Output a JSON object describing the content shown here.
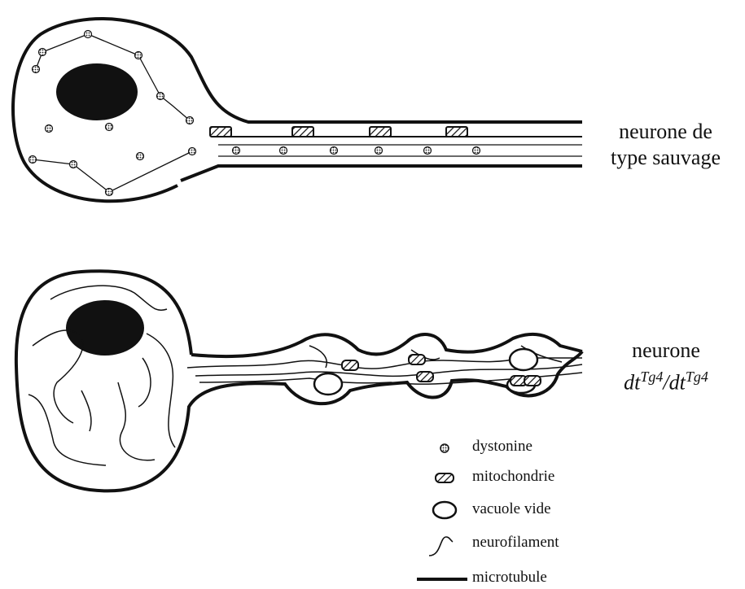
{
  "labels": {
    "wild_type_line1": "neurone de",
    "wild_type_line2": "type sauvage",
    "mutant_line1": "neurone",
    "mutant_base": "dt",
    "mutant_sup": "Tg4",
    "mutant_slash": "/"
  },
  "legend": [
    {
      "icon": "dystonine-icon",
      "label": "dystonine"
    },
    {
      "icon": "mitochondria-icon",
      "label": "mitochondrie"
    },
    {
      "icon": "empty-vacuole-icon",
      "label": "vacuole vide"
    },
    {
      "icon": "neurofilament-icon",
      "label": "neurofilament"
    },
    {
      "icon": "microtubule-icon",
      "label": "microtubule"
    }
  ]
}
